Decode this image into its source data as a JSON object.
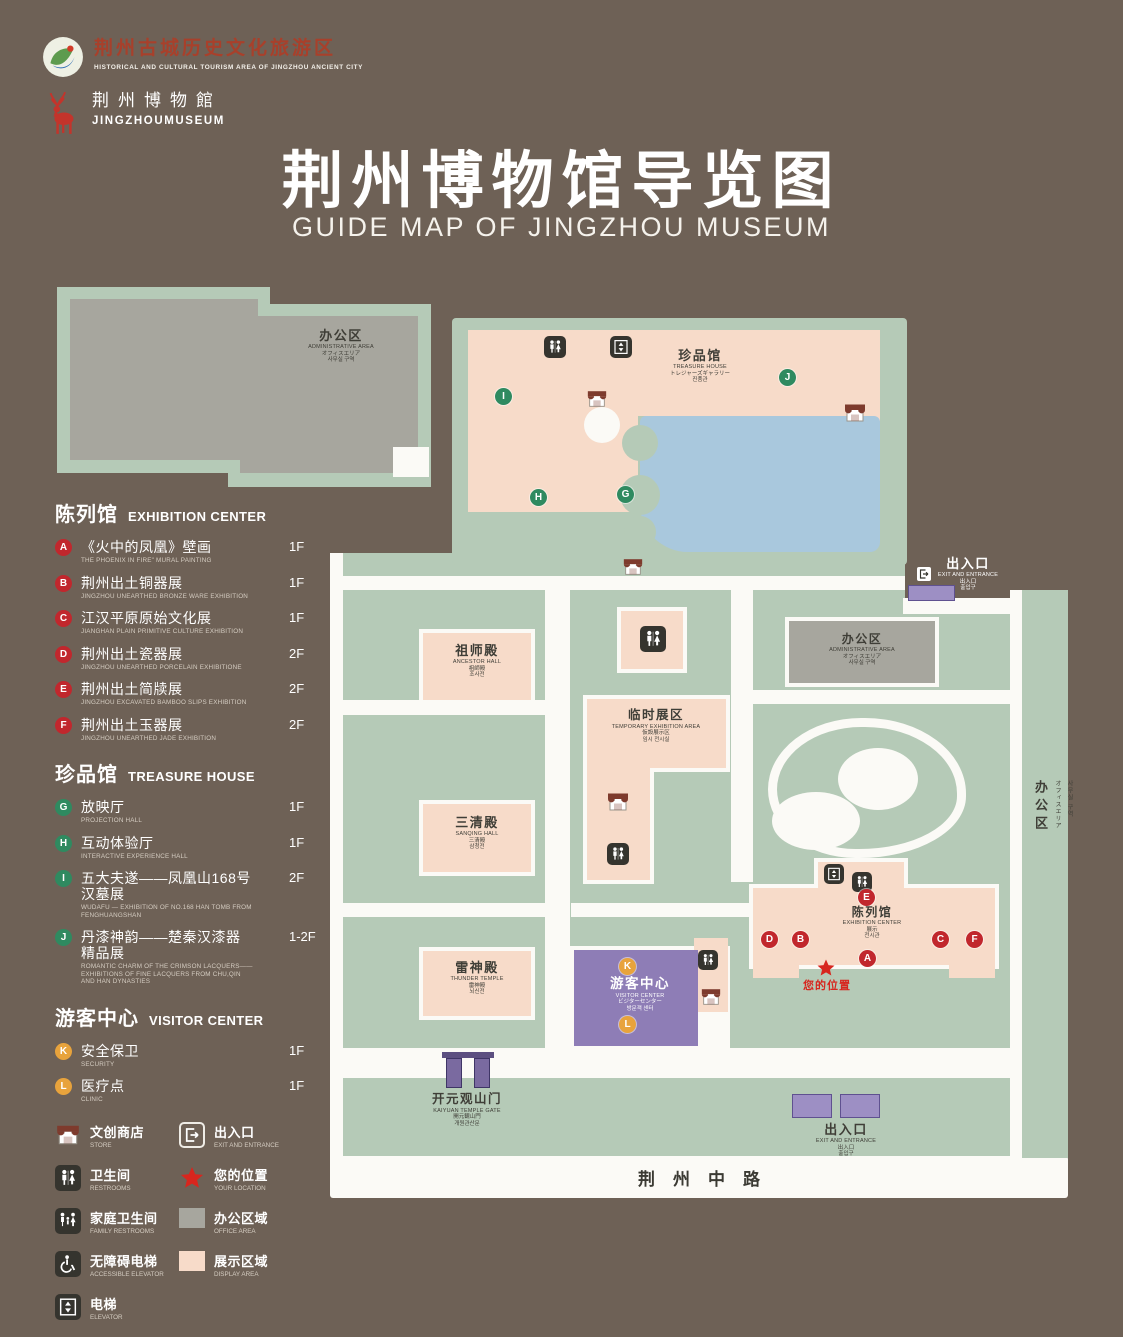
{
  "colors": {
    "background": "#6e6156",
    "map_ground": "#b5cab7",
    "display_area": "#f7dbc9",
    "office_area": "#a7a69e",
    "pond": "#a9c8dd",
    "visitor_center": "#8e7db6",
    "marker_exhibition": "#c1272d",
    "marker_treasure": "#2f8a60",
    "marker_visitor": "#e8a33c",
    "location_red": "#d7261e"
  },
  "header": {
    "tourism_zh": "荆州古城历史文化旅游区",
    "tourism_en": "HISTORICAL AND CULTURAL TOURISM AREA OF JINGZHOU ANCIENT CITY",
    "museum_zh": "荆州博物館",
    "museum_en": "JINGZHOUMUSEUM",
    "title_zh": "荆州博物馆导览图",
    "title_en": "GUIDE MAP OF JINGZHOU MUSEUM"
  },
  "legend": {
    "sections": [
      {
        "title_zh": "陈列馆",
        "title_en": "EXHIBITION CENTER",
        "items": [
          {
            "letter": "A",
            "zh": "《火中的凤凰》壁画",
            "en": "THE PHOENIX IN FIRE\" MURAL PAINTING",
            "floor": "1F"
          },
          {
            "letter": "B",
            "zh": "荆州出土铜器展",
            "en": "JINGZHOU UNEARTHED BRONZE WARE EXHIBITION",
            "floor": "1F"
          },
          {
            "letter": "C",
            "zh": "江汉平原原始文化展",
            "en": "JIANGHAN PLAIN PRIMITIVE CULTURE EXHIBITION",
            "floor": "1F"
          },
          {
            "letter": "D",
            "zh": "荆州出土瓷器展",
            "en": "JINGZHOU UNEARTHED PORCELAIN EXHIBITIONE",
            "floor": "2F"
          },
          {
            "letter": "E",
            "zh": "荆州出土简牍展",
            "en": "JINGZHOU EXCAVATED BAMBOO SLIPS EXHIBITION",
            "floor": "2F"
          },
          {
            "letter": "F",
            "zh": "荆州出土玉器展",
            "en": "JINGZHOU UNEARTHED JADE EXHIBITION",
            "floor": "2F"
          }
        ]
      },
      {
        "title_zh": "珍品馆",
        "title_en": "TREASURE HOUSE",
        "items": [
          {
            "letter": "G",
            "zh": "放映厅",
            "en": "PROJECTION HALL",
            "floor": "1F"
          },
          {
            "letter": "H",
            "zh": "互动体验厅",
            "en": "INTERACTIVE EXPERIENCE HALL",
            "floor": "1F"
          },
          {
            "letter": "I",
            "zh": "五大夫遂——凤凰山168号汉墓展",
            "en": "WUDAFU — EXHIBITION OF NO.168 HAN TOMB FROM FENGHUANGSHAN",
            "floor": "2F"
          },
          {
            "letter": "J",
            "zh": "丹漆神韵——楚秦汉漆器精品展",
            "en": "ROMANTIC CHARM OF THE CRIMSON LACQUERS——EXHIBITIONS OF FINE LACQUERS FROM CHU,QIN AND HAN DYNASTIES",
            "floor": "1-2F"
          }
        ]
      },
      {
        "title_zh": "游客中心",
        "title_en": "VISITOR CENTER",
        "items": [
          {
            "letter": "K",
            "zh": "安全保卫",
            "en": "SECURITY",
            "floor": "1F"
          },
          {
            "letter": "L",
            "zh": "医疗点",
            "en": "CLINIC",
            "floor": "1F"
          }
        ]
      }
    ],
    "symbols_left": [
      {
        "icon": "store-icon",
        "zh": "文创商店",
        "en": "STORE"
      },
      {
        "icon": "restroom-icon",
        "zh": "卫生间",
        "en": "RESTROOMS"
      },
      {
        "icon": "family-restroom-icon",
        "zh": "家庭卫生间",
        "en": "FAMILY RESTROOMS"
      },
      {
        "icon": "accessible-elevator-icon",
        "zh": "无障碍电梯",
        "en": "ACCESSIBLE ELEVATOR"
      },
      {
        "icon": "elevator-icon",
        "zh": "电梯",
        "en": "ELEVATOR"
      }
    ],
    "symbols_right": [
      {
        "icon": "exit-icon",
        "zh": "出入口",
        "en": "EXIT AND ENTRANCE"
      },
      {
        "icon": "location-star",
        "zh": "您的位置",
        "en": "YOUR LOCATION"
      },
      {
        "icon": "office-swatch",
        "zh": "办公区域",
        "en": "OFFICE AREA"
      },
      {
        "icon": "display-swatch",
        "zh": "展示区域",
        "en": "DISPLAY AREA"
      }
    ]
  },
  "map": {
    "labels": {
      "admin_nw": {
        "zh": "办公区",
        "en": "ADMINISTRATIVE AREA",
        "ja": "オフィスエリア",
        "ko": "사무실 구역"
      },
      "treasure": {
        "zh": "珍品馆",
        "en": "TREASURE HOUSE",
        "ja": "トレジャーズギャラリー",
        "ko": "진품관"
      },
      "exit_east": {
        "zh": "出入口",
        "en": "EXIT AND ENTRANCE",
        "ja": "出入口",
        "ko": "출입구"
      },
      "admin_e": {
        "zh": "办公区",
        "en": "ADMINISTRATIVE AREA",
        "ja": "オフィスエリア",
        "ko": "사무실 구역"
      },
      "ancestor": {
        "zh": "祖师殿",
        "en": "ANCESTOR HALL",
        "ja": "祖師殿",
        "ko": "조사전"
      },
      "temp": {
        "zh": "临时展区",
        "en": "TEMPORARY EXHIBITION AREA",
        "ja": "仮設展示区",
        "ko": "임시 전시실"
      },
      "sanqing": {
        "zh": "三清殿",
        "en": "SANQING HALL",
        "ja": "三清殿",
        "ko": "삼청전"
      },
      "thunder": {
        "zh": "雷神殿",
        "en": "THUNDER TEMPLE",
        "ja": "雷神殿",
        "ko": "뇌신전"
      },
      "visitor": {
        "zh": "游客中心",
        "en": "VISITOR CENTER",
        "ja": "ビジターセンター",
        "ko": "방문객 센터"
      },
      "exhibition": {
        "zh": "陈列馆",
        "en": "EXHIBITION CENTER",
        "ja": "展示",
        "ko": "전시관"
      },
      "your_location": {
        "zh": "您的位置"
      },
      "kaiyuan": {
        "zh": "开元观山门",
        "en": "KAIYUAN TEMPLE GATE",
        "ja": "開元観山門",
        "ko": "개원관산문"
      },
      "exit_south": {
        "zh": "出入口",
        "en": "EXIT AND ENTRANCE",
        "ja": "出入口",
        "ko": "출입구"
      },
      "road": {
        "zh": "荆州中路"
      },
      "admin_strip": {
        "zh": "办公区",
        "ja": "オフィスエリア",
        "ko": "사무실 구역"
      }
    },
    "marker_letters": {
      "a": "A",
      "b": "B",
      "c": "C",
      "d": "D",
      "e": "E",
      "f": "F",
      "g": "G",
      "h": "H",
      "i": "I",
      "j": "J",
      "k": "K",
      "l": "L"
    }
  }
}
